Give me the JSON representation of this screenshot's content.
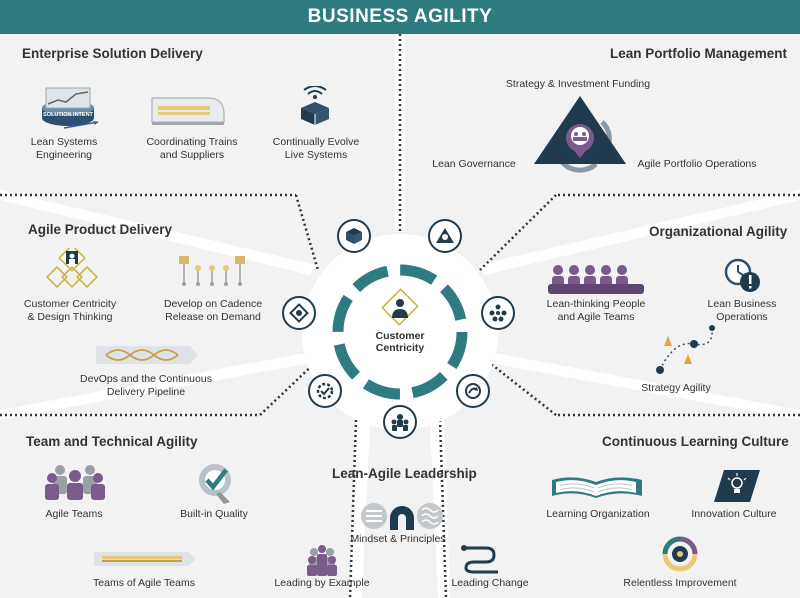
{
  "title": "BUSINESS AGILITY",
  "center": {
    "label_1": "Customer",
    "label_2": "Centricity",
    "icon": "customer-person-icon"
  },
  "colors": {
    "teal": "#2f7c80",
    "navy": "#1f3b4d",
    "purple": "#7a5b8c",
    "gold": "#e8c97a",
    "panel": "#f2f2f2"
  },
  "sections": {
    "enterprise": {
      "title": "Enterprise Solution Delivery",
      "items": [
        {
          "label_1": "Lean Systems",
          "label_2": "Engineering",
          "icon": "solution-intent-icon",
          "icon_text": "SOLUTION INTENT"
        },
        {
          "label_1": "Coordinating Trains",
          "label_2": "and Suppliers",
          "icon": "train-icon"
        },
        {
          "label_1": "Continually Evolve",
          "label_2": "Live Systems",
          "icon": "wireless-box-icon"
        }
      ]
    },
    "portfolio": {
      "title": "Lean Portfolio Management",
      "items": [
        {
          "label": "Strategy & Investment Funding"
        },
        {
          "label": "Lean Governance"
        },
        {
          "label": "Agile Portfolio Operations"
        }
      ],
      "icon": "portfolio-triangle-icon"
    },
    "product": {
      "title": "Agile Product Delivery",
      "items": [
        {
          "label_1": "Customer Centricity",
          "label_2": "& Design Thinking",
          "icon": "design-thinking-icon"
        },
        {
          "label_1": "Develop on Cadence",
          "label_2": "Release on Demand",
          "icon": "cadence-pins-icon"
        },
        {
          "label_1": "DevOps and the Continuous",
          "label_2": "Delivery Pipeline",
          "icon": "pipeline-icon"
        }
      ]
    },
    "org": {
      "title": "Organizational Agility",
      "items": [
        {
          "label_1": "Lean-thinking People",
          "label_2": "and Agile Teams",
          "icon": "people-row-icon"
        },
        {
          "label_1": "Lean Business",
          "label_2": "Operations",
          "icon": "clock-alert-icon"
        },
        {
          "label": "Strategy Agility",
          "icon": "strategy-path-icon"
        }
      ]
    },
    "team": {
      "title": "Team and Technical Agility",
      "items": [
        {
          "label": "Agile Teams",
          "icon": "team-people-icon"
        },
        {
          "label": "Built-in Quality",
          "icon": "quality-check-icon"
        },
        {
          "label": "Teams of Agile Teams",
          "icon": "train-pencil-icon"
        }
      ]
    },
    "leadership": {
      "title": "Lean-Agile Leadership",
      "items": [
        {
          "label": "Mindset & Principles",
          "icon": "mindset-icon"
        },
        {
          "label": "Leading by Example",
          "icon": "leader-people-icon"
        },
        {
          "label": "Leading Change",
          "icon": "change-path-icon"
        }
      ]
    },
    "learning": {
      "title": "Continuous Learning Culture",
      "items": [
        {
          "label": "Learning Organization",
          "icon": "open-book-icon"
        },
        {
          "label": "Innovation Culture",
          "icon": "lightbulb-icon"
        },
        {
          "label": "Relentless Improvement",
          "icon": "improvement-cycle-icon"
        }
      ]
    }
  },
  "ring_icons": [
    {
      "name": "ring-team-technical-icon"
    },
    {
      "name": "ring-product-delivery-icon"
    },
    {
      "name": "ring-enterprise-icon"
    },
    {
      "name": "ring-portfolio-icon"
    },
    {
      "name": "ring-organizational-icon"
    },
    {
      "name": "ring-learning-icon"
    },
    {
      "name": "ring-leadership-icon"
    }
  ]
}
